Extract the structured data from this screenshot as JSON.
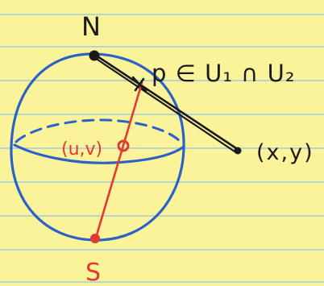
{
  "diagram": {
    "north_label": "N",
    "south_label": "S",
    "point_p_label": "p ∈ U₁ ∩ U₂",
    "point_uv_label": "(u,v)",
    "point_xy_label": "(x,y)"
  },
  "colors": {
    "paper": "#fbf39a",
    "ruling": "#b9d3cf",
    "sphere": "#2a62c8",
    "ink": "#1a1a1a",
    "red": "#e23a33"
  }
}
